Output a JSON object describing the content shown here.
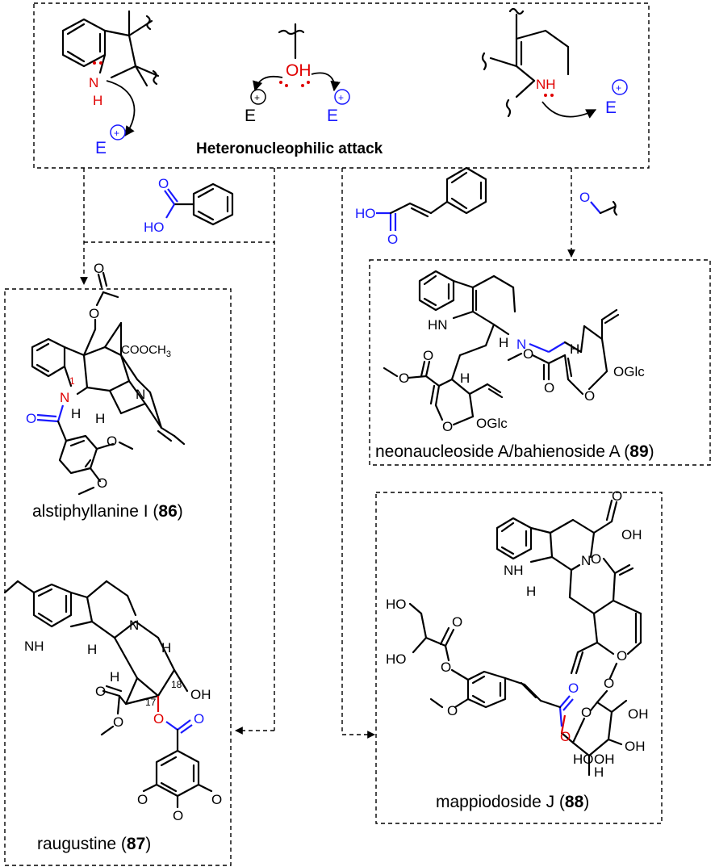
{
  "header": {
    "title": "Heteronucleophilic attack",
    "electrophile": "E",
    "charge": "+",
    "hydroxyl": "OH",
    "amine": "NH",
    "indole_n": "N",
    "indole_h": "H"
  },
  "reagents": {
    "benzoic_o": "O",
    "benzoic_ho": "HO",
    "cinnamic_ho": "HO",
    "cinnamic_o": "O",
    "aldehyde_o": "O"
  },
  "compounds": {
    "c86": {
      "name": "alstiphyllanine I (",
      "number": "86",
      "close": ")",
      "ester": "COOCH",
      "ester_sub": "3",
      "n1_label": "1",
      "n_atom": "N",
      "h_atom": "H",
      "ring_n": "N",
      "o_atom": "O"
    },
    "c87": {
      "name": "raugustine (",
      "number": "87",
      "close": ")",
      "nh": "NH",
      "n_atom": "N",
      "h_atom": "H",
      "oh": "OH",
      "label17": "17",
      "label18": "18",
      "o_atom": "O"
    },
    "c88": {
      "name": "mappiodoside J (",
      "number": "88",
      "close": ")",
      "oh": "OH",
      "ho": "HO",
      "nh": "NH",
      "n_atom": "N",
      "h_atom": "H",
      "o_atom": "O"
    },
    "c89": {
      "name": "neonaucleoside A/bahienoside A (",
      "number": "89",
      "close": ")",
      "hn": "HN",
      "n_atom": "N",
      "h_atom": "H",
      "oglc": "OGlc",
      "o_atom": "O"
    }
  },
  "colors": {
    "black": "#000000",
    "red": "#e00000",
    "blue": "#1a1aff"
  }
}
